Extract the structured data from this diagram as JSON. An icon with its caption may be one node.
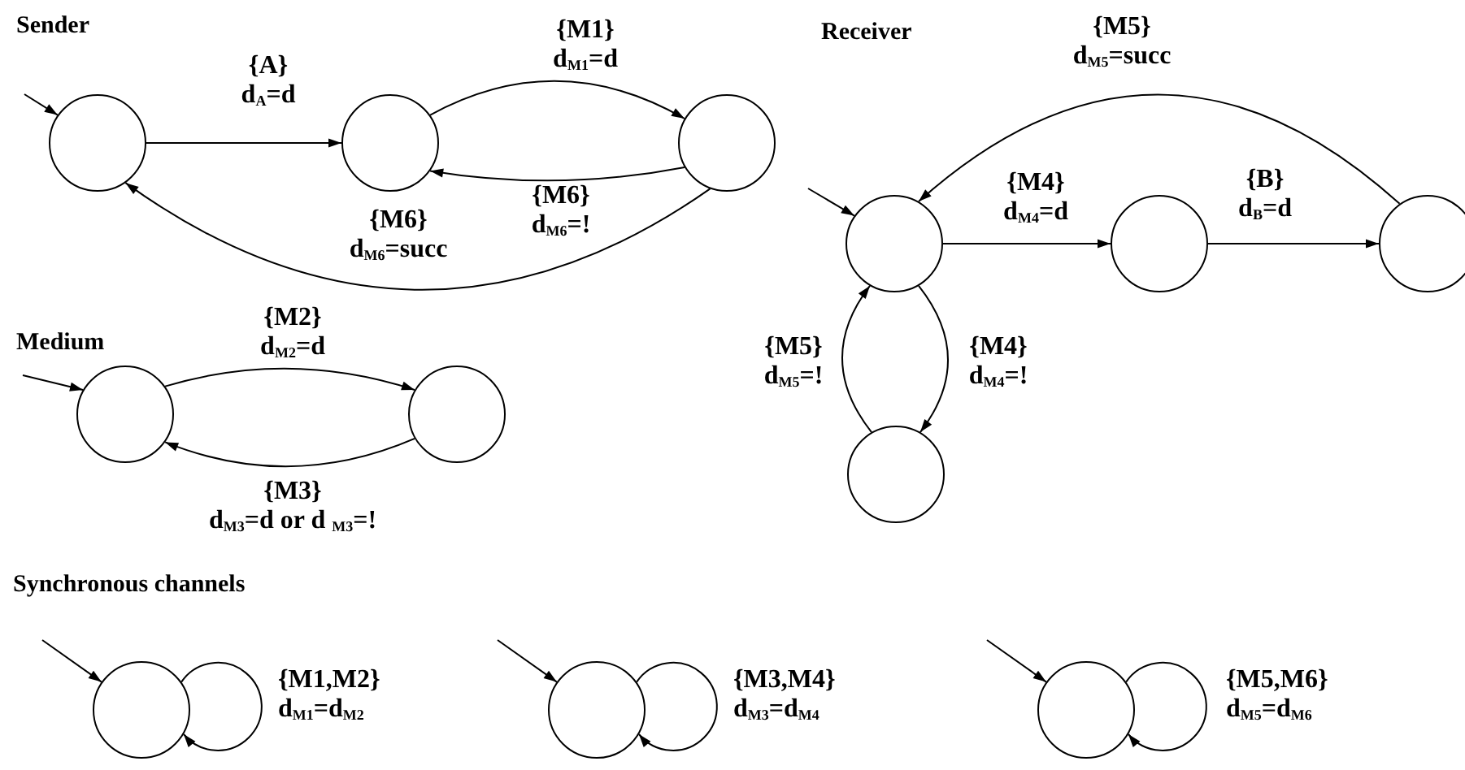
{
  "diagram": {
    "nodes": [
      {
        "text": [],
        "shape": "circle"
      },
      {
        "text": [],
        "shape": "circle"
      },
      {
        "text": [],
        "shape": "circle"
      },
      {
        "text": [],
        "shape": "circle"
      },
      {
        "text": [],
        "shape": "circle"
      },
      {
        "text": [],
        "shape": "circle"
      },
      {
        "text": [],
        "shape": "circle"
      },
      {
        "text": [],
        "shape": "circle"
      },
      {
        "text": [],
        "shape": "circle"
      },
      {
        "text": [],
        "shape": "circle"
      },
      {
        "text": [],
        "shape": "circle"
      },
      {
        "text": [],
        "shape": "circle"
      }
    ],
    "edges": [
      {
        "from": null,
        "to": 0,
        "arrow": "to"
      },
      {
        "from": 0,
        "to": 1,
        "arrow": "to",
        "label": "{A} d$_{A}$=d"
      },
      {
        "from": 1,
        "to": 2,
        "arrow": "to",
        "label": "{M1} d$_{M1}$=d"
      },
      {
        "from": 2,
        "to": 1,
        "arrow": "to",
        "label": "{M6} d$_{M6}$=!"
      },
      {
        "from": 2,
        "to": 0,
        "arrow": "to",
        "label": "{M6} d$_{M6}$=succ"
      },
      {
        "from": null,
        "to": 3,
        "arrow": "to"
      },
      {
        "from": 3,
        "to": 4,
        "arrow": "to",
        "label": "{M4} d$_{M4}$=d"
      },
      {
        "from": 4,
        "to": 5,
        "arrow": "to",
        "label": "{B} d$_{B}$=d"
      },
      {
        "from": 5,
        "to": 3,
        "arrow": "to",
        "label": "{M5} d$_{M5}$=succ"
      },
      {
        "from": 3,
        "to": 6,
        "arrow": "to",
        "label": "{M4} d$_{M4}$=!"
      },
      {
        "from": 6,
        "to": 3,
        "arrow": "to",
        "label": "{M5} d$_{M5}$=!"
      },
      {
        "from": null,
        "to": 7,
        "arrow": "to"
      },
      {
        "from": 7,
        "to": 8,
        "arrow": "to",
        "label": "{M2} d$_{M2}$=d"
      },
      {
        "from": 8,
        "to": 7,
        "arrow": "to",
        "label": "{M3} d$_{M3}$=d or d $_{M3}$=!"
      },
      {
        "from": null,
        "to": 9,
        "arrow": "to"
      },
      {
        "from": 9,
        "to": 9,
        "arrow": "to",
        "label": "{M1,M2} d$_{M1}$=d$_{M2}$"
      },
      {
        "from": null,
        "to": 10,
        "arrow": "to"
      },
      {
        "from": 10,
        "to": 10,
        "arrow": "to",
        "label": "{M3,M4} d$_{M3}$=d$_{M4}$"
      },
      {
        "from": null,
        "to": 11,
        "arrow": "to"
      },
      {
        "from": 11,
        "to": 11,
        "arrow": "to",
        "label": "{M5,M6} d$_{M5}$=d$_{M6}$"
      }
    ],
    "labels": [
      "Sender",
      "Receiver",
      "Medium",
      "Synchronous channels"
    ]
  }
}
